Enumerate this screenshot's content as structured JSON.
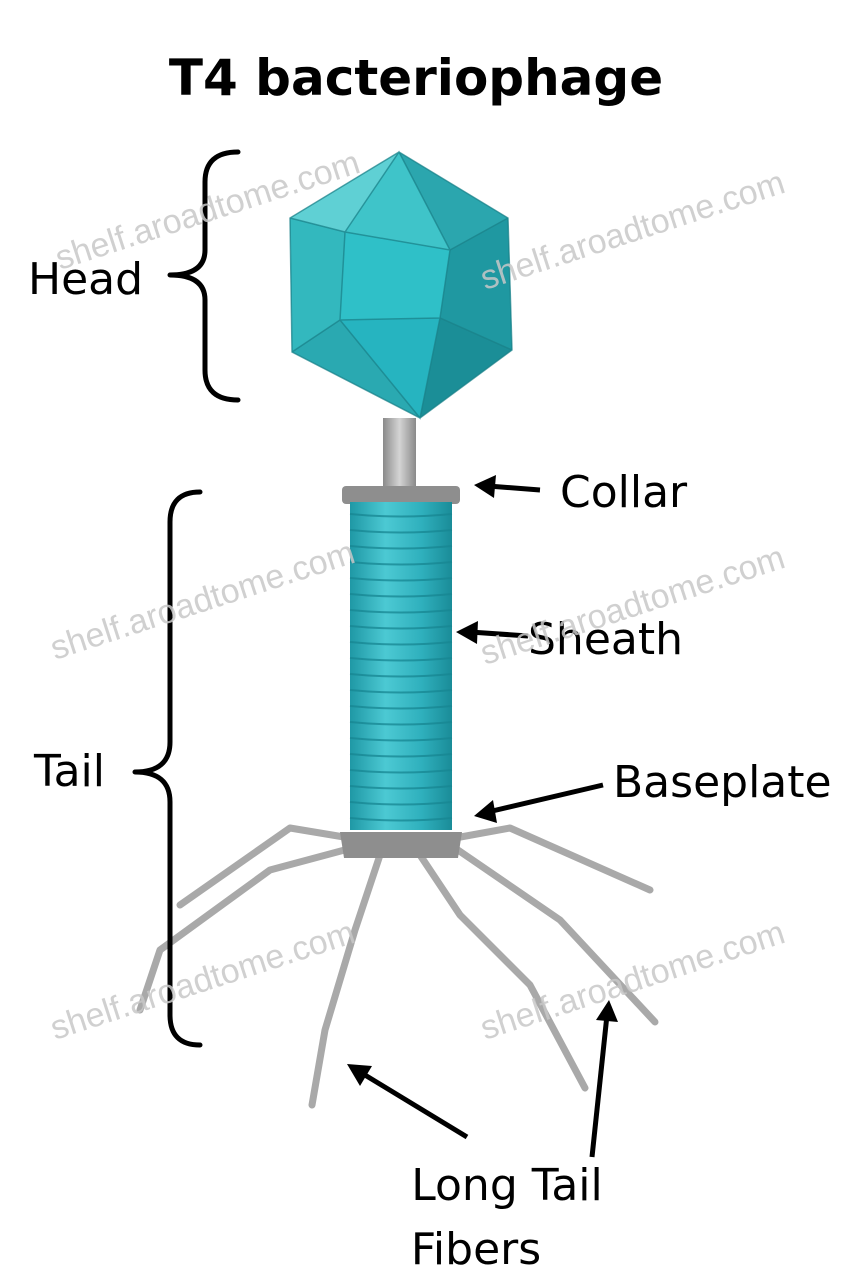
{
  "title": "T4 bacteriophage",
  "labels": {
    "head": "Head",
    "tail": "Tail",
    "collar": "Collar",
    "sheath": "Sheath",
    "baseplate": "Baseplate",
    "fibers_line1": "Long Tail",
    "fibers_line2": "Fibers"
  },
  "watermark": "shelf.aroadtome.com",
  "colors": {
    "head_light": "#3fc4c9",
    "head_mid": "#2aaeb6",
    "head_dark": "#1d939c",
    "sheath": "#3bbac6",
    "sheath_shadow": "#1f98a5",
    "collar": "#8e8e8e",
    "fiber": "#a9a9a9",
    "watermark": "#c8c8c8"
  }
}
